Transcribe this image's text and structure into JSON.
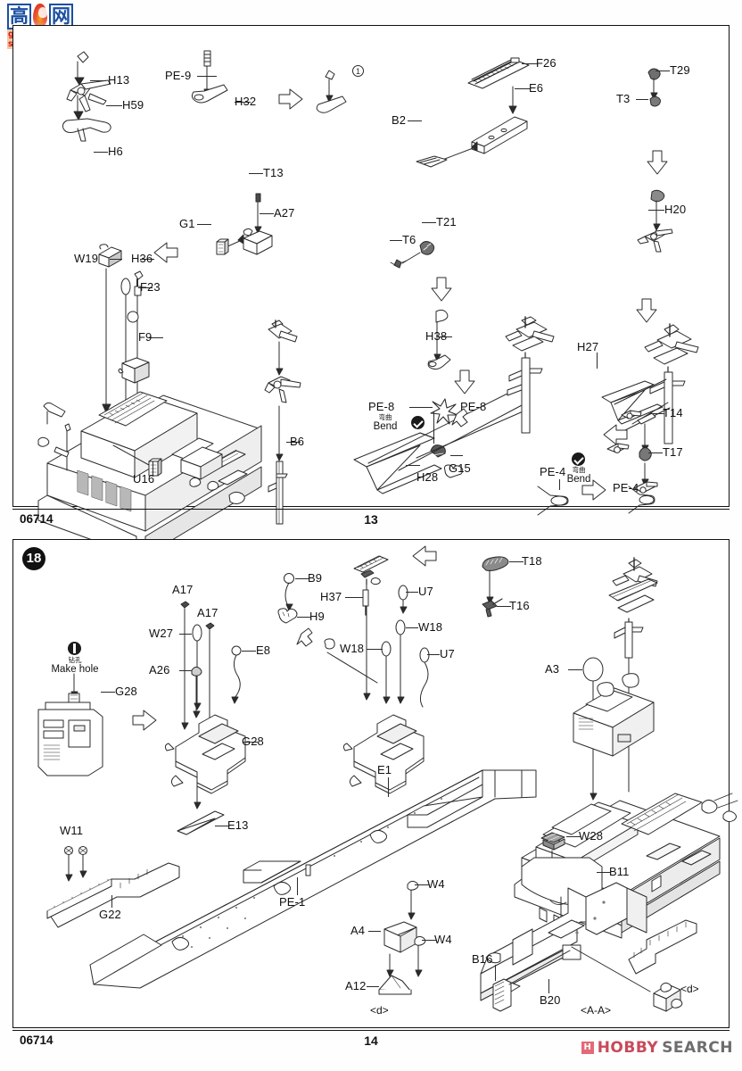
{
  "document": {
    "kit_number": "06714",
    "site_logo": {
      "cjk_left": "高",
      "cjk_right": "网",
      "url_text": "gao-shou.com"
    },
    "vendor_logo": {
      "mark": "H",
      "word_1": "HOBBY",
      "word_2": "SEARCH"
    }
  },
  "pages": [
    {
      "page_number": "13",
      "kit_number": "06714",
      "step_badge": "",
      "notes": [
        {
          "icon": "bend-icon",
          "cn": "弯曲",
          "en": "Bend"
        },
        {
          "icon": "bend-icon",
          "cn": "弯曲",
          "en": "Bend"
        }
      ],
      "part_labels": [
        "H13",
        "H59",
        "H6",
        "PE-9",
        "H32",
        "F26",
        "E6",
        "B2",
        "T29",
        "T3",
        "T13",
        "A27",
        "G1",
        "T21",
        "T6",
        "H20",
        "W19",
        "H36",
        "F23",
        "F9",
        "U16",
        "B6",
        "H38",
        "PE-8",
        "PE-8",
        "G15",
        "H28",
        "H27",
        "T14",
        "T17",
        "PE-4",
        "PE-4"
      ],
      "callouts": {
        "h13": "H13",
        "h59": "H59",
        "h6": "H6",
        "pe9": "PE-9",
        "h32": "H32",
        "f26": "F26",
        "e6": "E6",
        "b2": "B2",
        "t29": "T29",
        "t3": "T3",
        "t13": "T13",
        "a27": "A27",
        "g1": "G1",
        "t21": "T21",
        "t6": "T6",
        "h20": "H20",
        "w19": "W19",
        "h36": "H36",
        "f23": "F23",
        "f9": "F9",
        "u16": "U16",
        "b6": "B6",
        "h38": "H38",
        "pe8a": "PE-8",
        "pe8b": "PE-8",
        "g15": "G15",
        "h28": "H28",
        "h27": "H27",
        "t14": "T14",
        "t17": "T17",
        "pe4a": "PE-4",
        "pe4b": "PE-4",
        "marker1": "1"
      }
    },
    {
      "page_number": "14",
      "kit_number": "06714",
      "step_badge": "18",
      "notes": [
        {
          "icon": "make-hole-icon",
          "cn": "钻孔",
          "en": "Make hole"
        }
      ],
      "part_labels": [
        "G28",
        "A17",
        "A17",
        "W27",
        "A26",
        "E8",
        "G28",
        "E13",
        "B9",
        "H9",
        "H37",
        "W18",
        "W18",
        "U7",
        "U7",
        "T18",
        "T16",
        "A3",
        "E1",
        "PE-1",
        "W11",
        "G22",
        "W4",
        "W4",
        "A4",
        "A12",
        "W28",
        "B11",
        "B16",
        "B20"
      ],
      "callouts": {
        "g28a": "G28",
        "g28b": "G28",
        "a17a": "A17",
        "a17b": "A17",
        "w27": "W27",
        "a26": "A26",
        "e8": "E8",
        "e13": "E13",
        "b9": "B9",
        "h9": "H9",
        "h37": "H37",
        "w18a": "W18",
        "w18b": "W18",
        "u7a": "U7",
        "u7b": "U7",
        "t18": "T18",
        "t16": "T16",
        "a3": "A3",
        "e1": "E1",
        "pe1": "PE-1",
        "w11": "W11",
        "g22": "G22",
        "w4a": "W4",
        "w4b": "W4",
        "a4": "A4",
        "a12": "A12",
        "w28": "W28",
        "b11": "B11",
        "b16": "B16",
        "b20": "B20"
      },
      "view_tags": {
        "d_left": "<d>",
        "aa": "<A-A>",
        "d_right": "<d>"
      }
    }
  ],
  "colors": {
    "ink": "#111111",
    "line": "#2b2b2b",
    "logo_blue": "#1a4fa0",
    "logo_red": "#d21b1b",
    "hobby_pink": "#c84a5a",
    "hobby_grey": "#6d6d6d"
  }
}
